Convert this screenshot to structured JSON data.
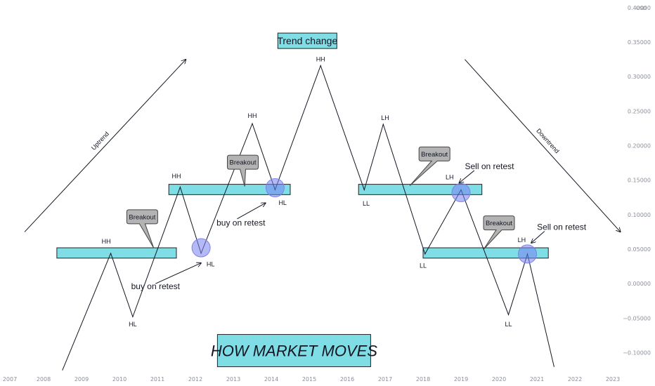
{
  "chart_data": {
    "type": "line",
    "title": "HOW MARKET MOVES",
    "currency": "USD",
    "x_ticks": [
      "2007",
      "2008",
      "2009",
      "2010",
      "2011",
      "2012",
      "2013",
      "2014",
      "2015",
      "2016",
      "2017",
      "2018",
      "2019",
      "2020",
      "2021",
      "2022",
      "2023"
    ],
    "y_ticks": [
      "0.40000",
      "0.35000",
      "0.30000",
      "0.25000",
      "0.20000",
      "0.15000",
      "0.10000",
      "0.05000",
      "0.00000",
      "−0.05000",
      "−0.10000"
    ],
    "xlim": [
      2007,
      2023
    ],
    "ylim": [
      -0.13,
      0.405
    ],
    "series": [
      {
        "x": [
          2008.5,
          2009.77,
          2010.35,
          2011.6,
          2012.15,
          2013.5,
          2014.1,
          2015.3,
          2016.45,
          2016.95,
          2018.05,
          2019.0,
          2020.25,
          2020.75,
          2021.45
        ],
        "y": [
          -0.125,
          0.044,
          -0.048,
          0.14,
          0.044,
          0.232,
          0.136,
          0.316,
          0.136,
          0.231,
          0.043,
          0.136,
          -0.045,
          0.043,
          -0.12
        ]
      }
    ],
    "zones": [
      {
        "x0": 2008.35,
        "x1": 2011.5,
        "y0": 0.037,
        "y1": 0.052
      },
      {
        "x0": 2011.3,
        "x1": 2014.5,
        "y0": 0.129,
        "y1": 0.144
      },
      {
        "x0": 2016.3,
        "x1": 2019.55,
        "y0": 0.129,
        "y1": 0.144
      },
      {
        "x0": 2018.0,
        "x1": 2021.3,
        "y0": 0.037,
        "y1": 0.052
      }
    ],
    "circles": [
      {
        "x": 2012.15,
        "y": 0.052
      },
      {
        "x": 2014.1,
        "y": 0.139
      },
      {
        "x": 2019.0,
        "y": 0.132
      },
      {
        "x": 2020.75,
        "y": 0.043
      }
    ],
    "annotations": [
      {
        "text": "HH",
        "x": 2009.65,
        "y": 0.058,
        "cls": "lbl"
      },
      {
        "text": "HL",
        "x": 2010.35,
        "y": -0.062,
        "cls": "lbl"
      },
      {
        "text": "HH",
        "x": 2011.5,
        "y": 0.153,
        "cls": "lbl"
      },
      {
        "text": "HL",
        "x": 2012.4,
        "y": 0.025,
        "cls": "lbl"
      },
      {
        "text": "HH",
        "x": 2013.5,
        "y": 0.24,
        "cls": "lbl"
      },
      {
        "text": "HL",
        "x": 2014.3,
        "y": 0.114,
        "cls": "lbl"
      },
      {
        "text": "HH",
        "x": 2015.3,
        "y": 0.322,
        "cls": "lbl"
      },
      {
        "text": "LL",
        "x": 2016.5,
        "y": 0.113,
        "cls": "lbl"
      },
      {
        "text": "LH",
        "x": 2017.0,
        "y": 0.237,
        "cls": "lbl"
      },
      {
        "text": "LH",
        "x": 2018.7,
        "y": 0.151,
        "cls": "lbl"
      },
      {
        "text": "LL",
        "x": 2018.0,
        "y": 0.023,
        "cls": "lbl"
      },
      {
        "text": "LH",
        "x": 2020.6,
        "y": 0.06,
        "cls": "lbl"
      },
      {
        "text": "LL",
        "x": 2020.25,
        "y": -0.062,
        "cls": "lbl"
      },
      {
        "text": "buy on retest",
        "x": 2010.95,
        "y": -0.008,
        "cls": "note"
      },
      {
        "text": "buy on retest",
        "x": 2013.2,
        "y": 0.084,
        "cls": "note"
      },
      {
        "text": "Sell on retest",
        "x": 2019.75,
        "y": 0.166,
        "cls": "note"
      },
      {
        "text": "Sell on retest",
        "x": 2021.65,
        "y": 0.078,
        "cls": "note"
      }
    ],
    "callouts": [
      {
        "text": "Breakout",
        "x": 2010.6,
        "y": 0.097,
        "tx": 2010.9,
        "ty": 0.052
      },
      {
        "text": "Breakout",
        "x": 2013.25,
        "y": 0.176,
        "tx": 2013.3,
        "ty": 0.141
      },
      {
        "text": "Breakout",
        "x": 2018.3,
        "y": 0.188,
        "tx": 2017.65,
        "ty": 0.142
      },
      {
        "text": "Breakout",
        "x": 2020.0,
        "y": 0.088,
        "tx": 2019.6,
        "ty": 0.05
      }
    ],
    "arrows": [
      {
        "x0": 2010.95,
        "y0": 0.0,
        "x1": 2012.15,
        "y1": 0.03
      },
      {
        "x0": 2013.1,
        "y0": 0.094,
        "x1": 2013.85,
        "y1": 0.117
      },
      {
        "x0": 2019.35,
        "y0": 0.164,
        "x1": 2018.95,
        "y1": 0.146
      },
      {
        "x0": 2021.2,
        "y0": 0.076,
        "x1": 2020.85,
        "y1": 0.059
      }
    ],
    "trendlines": [
      {
        "label": "Uptrend",
        "x0": 2007.5,
        "y0": 0.075,
        "x1": 2011.75,
        "y1": 0.325
      },
      {
        "label": "Downtrend",
        "x0": 2019.1,
        "y0": 0.325,
        "x1": 2023.2,
        "y1": 0.075
      }
    ],
    "trend_change": {
      "text": "Trend change",
      "x": 2014.95,
      "y": 0.352
    },
    "headline_box": {
      "x": 2014.6,
      "y": -0.097
    }
  }
}
